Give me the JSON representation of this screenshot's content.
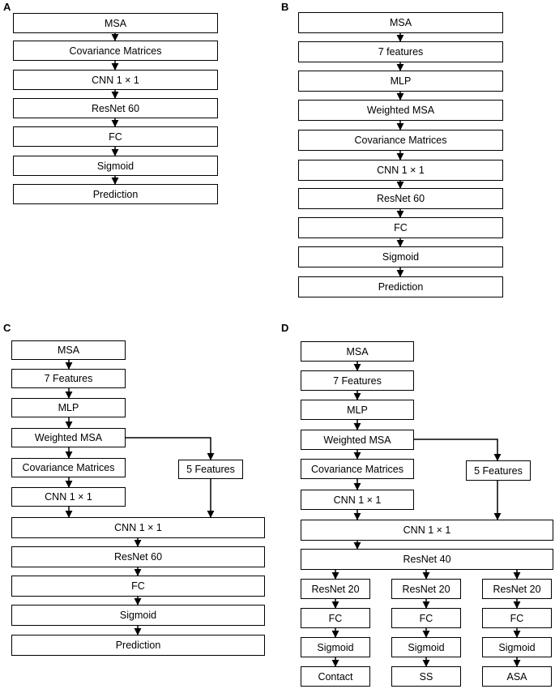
{
  "panels": {
    "A": {
      "letter": "A",
      "boxes": [
        "MSA",
        "Covariance Matrices",
        "CNN 1 × 1",
        "ResNet 60",
        "FC",
        "Sigmoid",
        "Prediction"
      ]
    },
    "B": {
      "letter": "B",
      "boxes": [
        "MSA",
        "7 features",
        "MLP",
        "Weighted MSA",
        "Covariance Matrices",
        "CNN 1 × 1",
        "ResNet 60",
        "FC",
        "Sigmoid",
        "Prediction"
      ]
    },
    "C": {
      "letter": "C",
      "boxes": [
        "MSA",
        "7 Features",
        "MLP",
        "Weighted MSA",
        "Covariance Matrices",
        "CNN 1 × 1",
        "CNN 1 × 1",
        "ResNet 60",
        "FC",
        "Sigmoid",
        "Prediction"
      ],
      "side_box": "5 Features"
    },
    "D": {
      "letter": "D",
      "boxes": [
        "MSA",
        "7 Features",
        "MLP",
        "Weighted MSA",
        "Covariance Matrices",
        "CNN 1 × 1",
        "CNN 1 × 1",
        "ResNet 40"
      ],
      "side_box": "5 Features",
      "branches": [
        [
          "ResNet 20",
          "FC",
          "Sigmoid",
          "Contact"
        ],
        [
          "ResNet 20",
          "FC",
          "Sigmoid",
          "SS"
        ],
        [
          "ResNet 20",
          "FC",
          "Sigmoid",
          "ASA"
        ]
      ]
    }
  }
}
